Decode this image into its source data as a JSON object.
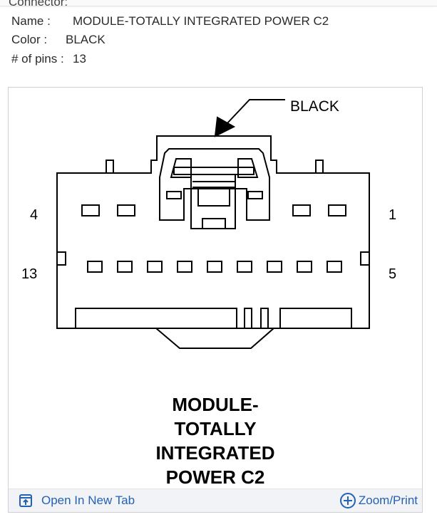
{
  "connector": {
    "section_label": "Connector:",
    "name_label": "Name :",
    "name_value": "MODULE-TOTALLY INTEGRATED POWER C2",
    "color_label": "Color :",
    "color_value": "BLACK",
    "pins_label": "# of pins :",
    "pins_value": "13"
  },
  "diagram": {
    "callout": "BLACK",
    "pin_top_left": "4",
    "pin_top_right": "1",
    "pin_bottom_left": "13",
    "pin_bottom_right": "5",
    "caption_lines": [
      "MODULE-",
      "TOTALLY",
      "INTEGRATED",
      "POWER C2"
    ]
  },
  "footer": {
    "open_label": "Open In New Tab",
    "zoom_label": "Zoom/Print",
    "open_icon": "open-new-tab-icon",
    "zoom_icon": "zoom-plus-icon",
    "link_color": "#2462b3"
  }
}
